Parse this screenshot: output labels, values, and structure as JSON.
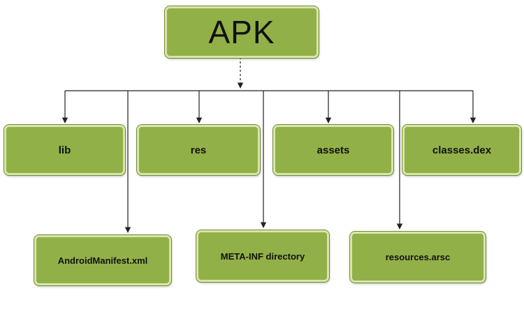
{
  "diagram": {
    "root": {
      "label": "APK"
    },
    "top_row": [
      {
        "label": "lib"
      },
      {
        "label": "res"
      },
      {
        "label": "assets"
      },
      {
        "label": "classes.dex"
      }
    ],
    "bottom_row": [
      {
        "label": "AndroidManifest.xml"
      },
      {
        "label": "META-INF directory"
      },
      {
        "label": "resources.arsc"
      }
    ],
    "colors": {
      "node_fill": "#92b048",
      "node_border": "#d8e6ae",
      "connector": "#222222"
    }
  }
}
